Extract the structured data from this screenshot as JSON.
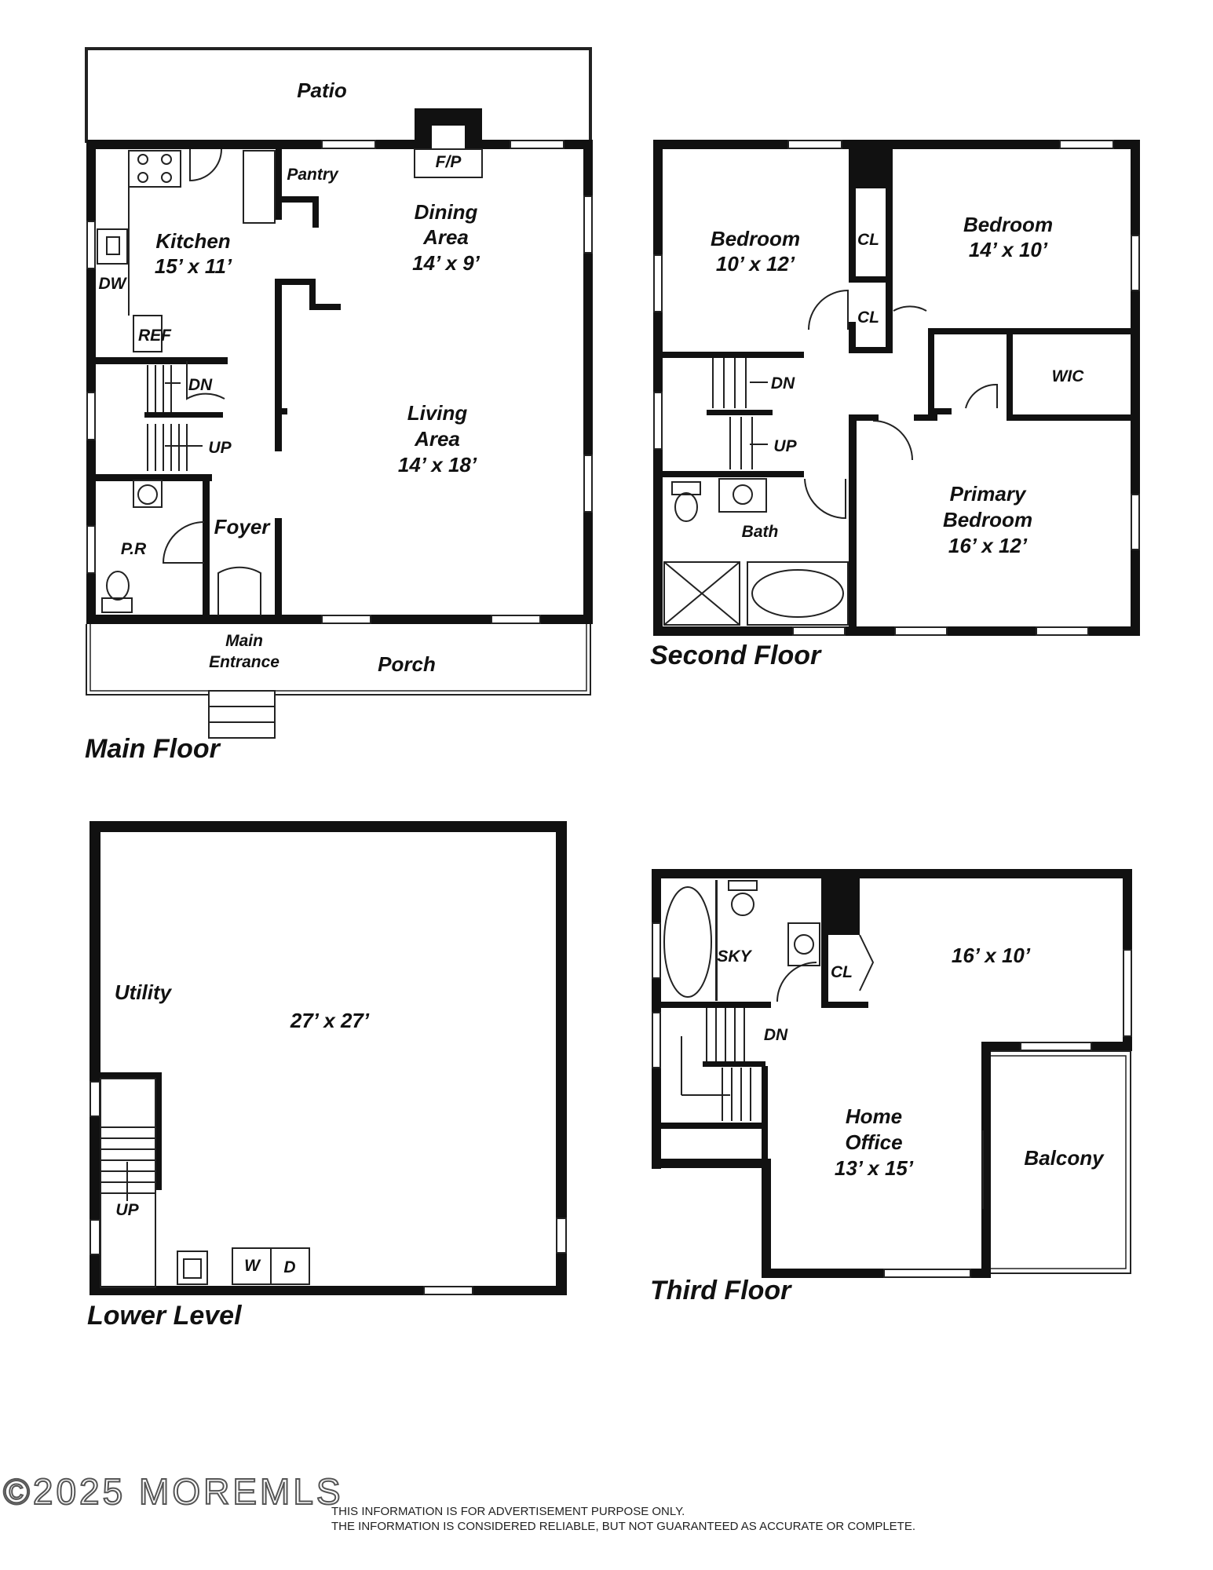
{
  "floors": {
    "main": {
      "title": "Main Floor",
      "patio": "Patio",
      "fireplace": "F/P",
      "pantry": "Pantry",
      "kitchen": {
        "name": "Kitchen",
        "size": "15’ x 11’"
      },
      "dining": {
        "name1": "Dining",
        "name2": "Area",
        "size": "14’ x 9’"
      },
      "living": {
        "name1": "Living",
        "name2": "Area",
        "size": "14’ x 18’"
      },
      "dw": "DW",
      "ref": "REF",
      "dn": "DN",
      "up": "UP",
      "foyer": "Foyer",
      "pr": "P.R",
      "entrance1": "Main",
      "entrance2": "Entrance",
      "porch": "Porch"
    },
    "second": {
      "title": "Second Floor",
      "bedroom_a": {
        "name": "Bedroom",
        "size": "10’ x 12’"
      },
      "bedroom_b": {
        "name": "Bedroom",
        "size": "14’ x 10’"
      },
      "cl1": "CL",
      "cl2": "CL",
      "wic": "WIC",
      "dn": "DN",
      "up": "UP",
      "bath": "Bath",
      "primary": {
        "name1": "Primary",
        "name2": "Bedroom",
        "size": "16’ x 12’"
      }
    },
    "lower": {
      "title": "Lower Level",
      "utility": "Utility",
      "size": "27’ x 27’",
      "up": "UP",
      "washer": "W",
      "dryer": "D"
    },
    "third": {
      "title": "Third Floor",
      "sky": "SKY",
      "cl": "CL",
      "room_size": "16’ x 10’",
      "dn": "DN",
      "office": {
        "name1": "Home",
        "name2": "Office",
        "size": "13’ x 15’"
      },
      "balcony": "Balcony"
    }
  },
  "footer": {
    "copyright": "©2025 MOREMLS",
    "line1": "THIS INFORMATION IS FOR ADVERTISEMENT PURPOSE ONLY.",
    "line2": "THE INFORMATION IS CONSIDERED RELIABLE, BUT NOT GUARANTEED AS ACCURATE OR COMPLETE."
  }
}
